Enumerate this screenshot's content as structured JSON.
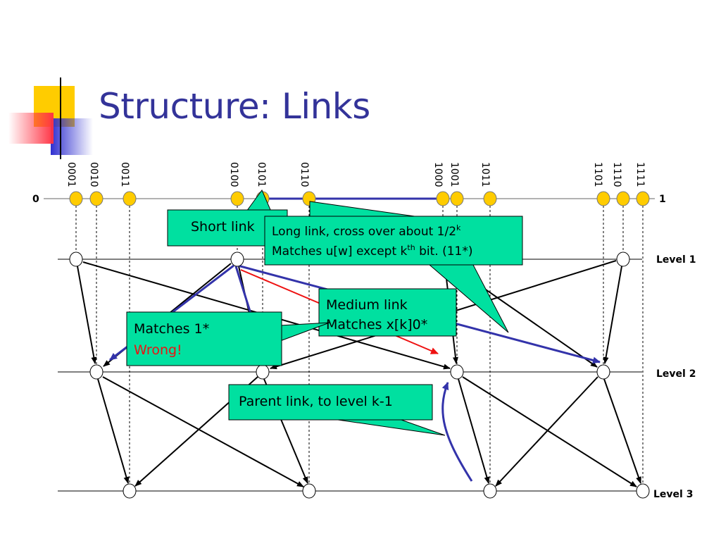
{
  "slide": {
    "title": "Structure: Links"
  },
  "diagram": {
    "end_labels": {
      "left": "0",
      "right": "1"
    },
    "bit_labels": [
      "0001",
      "0010",
      "0011",
      "0100",
      "0101",
      "0110",
      "1000",
      "1001",
      "1011",
      "1101",
      "1110",
      "1111"
    ],
    "level_labels": [
      "Level 1",
      "Level 2",
      "Level 3"
    ]
  },
  "callouts": {
    "short": {
      "text": "Short link"
    },
    "long": {
      "line1": "Long link, cross over about 1/2",
      "line1_sup": "k",
      "line2_a": "Matches u[w] except k",
      "line2_sup": "th",
      "line2_b": " bit. (11*)"
    },
    "medium": {
      "line1": "Medium link",
      "line2": "Matches x[k]0*"
    },
    "matches": {
      "line1": "Matches 1*",
      "line2": "Wrong!"
    },
    "parent": {
      "text": "Parent link, to level k-1"
    }
  },
  "colors": {
    "title": "#333399",
    "callout_fill": "#00e0a0",
    "node_fill": "#ffcc00",
    "link_blue": "#3333aa",
    "link_red": "#ee1111",
    "wrong_text": "#ee1111"
  }
}
